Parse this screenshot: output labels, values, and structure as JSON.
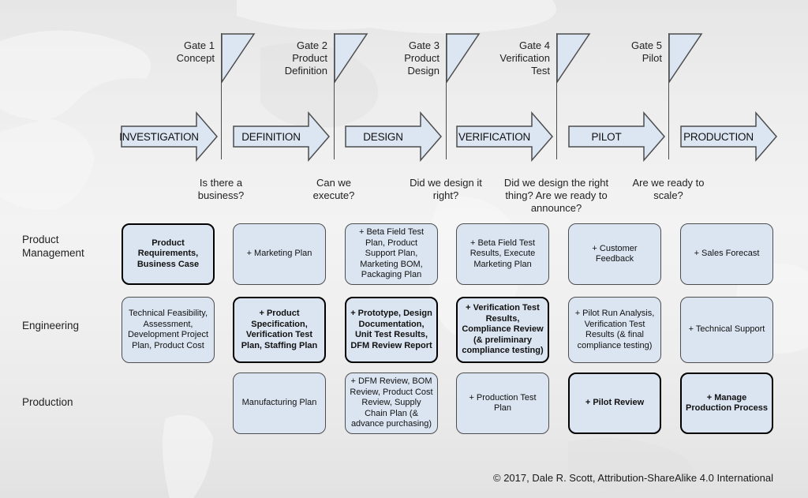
{
  "colors": {
    "shape_fill": "#dce6f3",
    "shape_border": "#4d4d4d",
    "emphasis_border": "#000000",
    "background": "#ededed"
  },
  "gates": [
    {
      "label": "Gate 1\nConcept"
    },
    {
      "label": "Gate 2\nProduct\nDefinition"
    },
    {
      "label": "Gate 3\nProduct\nDesign"
    },
    {
      "label": "Gate 4\nVerification\nTest"
    },
    {
      "label": "Gate 5\nPilot"
    }
  ],
  "phases": [
    {
      "label": "INVESTIGATION"
    },
    {
      "label": "DEFINITION"
    },
    {
      "label": "DESIGN"
    },
    {
      "label": "VERIFICATION"
    },
    {
      "label": "PILOT"
    },
    {
      "label": "PRODUCTION"
    }
  ],
  "questions": [
    {
      "text": "Is there a business?"
    },
    {
      "text": "Can we execute?"
    },
    {
      "text": "Did we design it right?"
    },
    {
      "text": "Did we design the right thing? Are we ready to announce?"
    },
    {
      "text": "Are we ready to scale?"
    }
  ],
  "rows": [
    {
      "label": "Product Management",
      "cells": [
        {
          "text": "Product Requirements, Business Case",
          "emphasis": true
        },
        {
          "text": "+ Marketing Plan",
          "emphasis": false
        },
        {
          "text": "+ Beta Field Test Plan, Product Support Plan, Marketing BOM, Packaging Plan",
          "emphasis": false
        },
        {
          "text": "+ Beta Field Test Results, Execute Marketing Plan",
          "emphasis": false
        },
        {
          "text": "+ Customer Feedback",
          "emphasis": false
        },
        {
          "text": "+ Sales Forecast",
          "emphasis": false
        }
      ]
    },
    {
      "label": "Engineering",
      "cells": [
        {
          "text": "Technical Feasibility, Assessment, Development Project Plan, Product Cost",
          "emphasis": false
        },
        {
          "text": "+ Product Specification, Verification Test Plan, Staffing Plan",
          "emphasis": true
        },
        {
          "text": "+ Prototype, Design Documentation, Unit Test Results, DFM Review Report",
          "emphasis": true
        },
        {
          "text": "+ Verification Test Results, Compliance Review (& preliminary compliance testing)",
          "emphasis": true
        },
        {
          "text": "+ Pilot Run Analysis, Verification Test Results (& final compliance testing)",
          "emphasis": false
        },
        {
          "text": "+ Technical Support",
          "emphasis": false
        }
      ]
    },
    {
      "label": "Production",
      "cells": [
        {
          "text": null,
          "emphasis": false,
          "hidden": true
        },
        {
          "text": "Manufacturing Plan",
          "emphasis": false
        },
        {
          "text": "+ DFM Review, BOM Review, Product Cost Review, Supply Chain Plan (& advance purchasing)",
          "emphasis": false
        },
        {
          "text": "+ Production Test Plan",
          "emphasis": false
        },
        {
          "text": "+ Pilot Review",
          "emphasis": true
        },
        {
          "text": "+ Manage Production Process",
          "emphasis": true
        }
      ]
    }
  ],
  "footer": {
    "credit": "© 2017, Dale R. Scott, Attribution-ShareAlike 4.0 International"
  }
}
